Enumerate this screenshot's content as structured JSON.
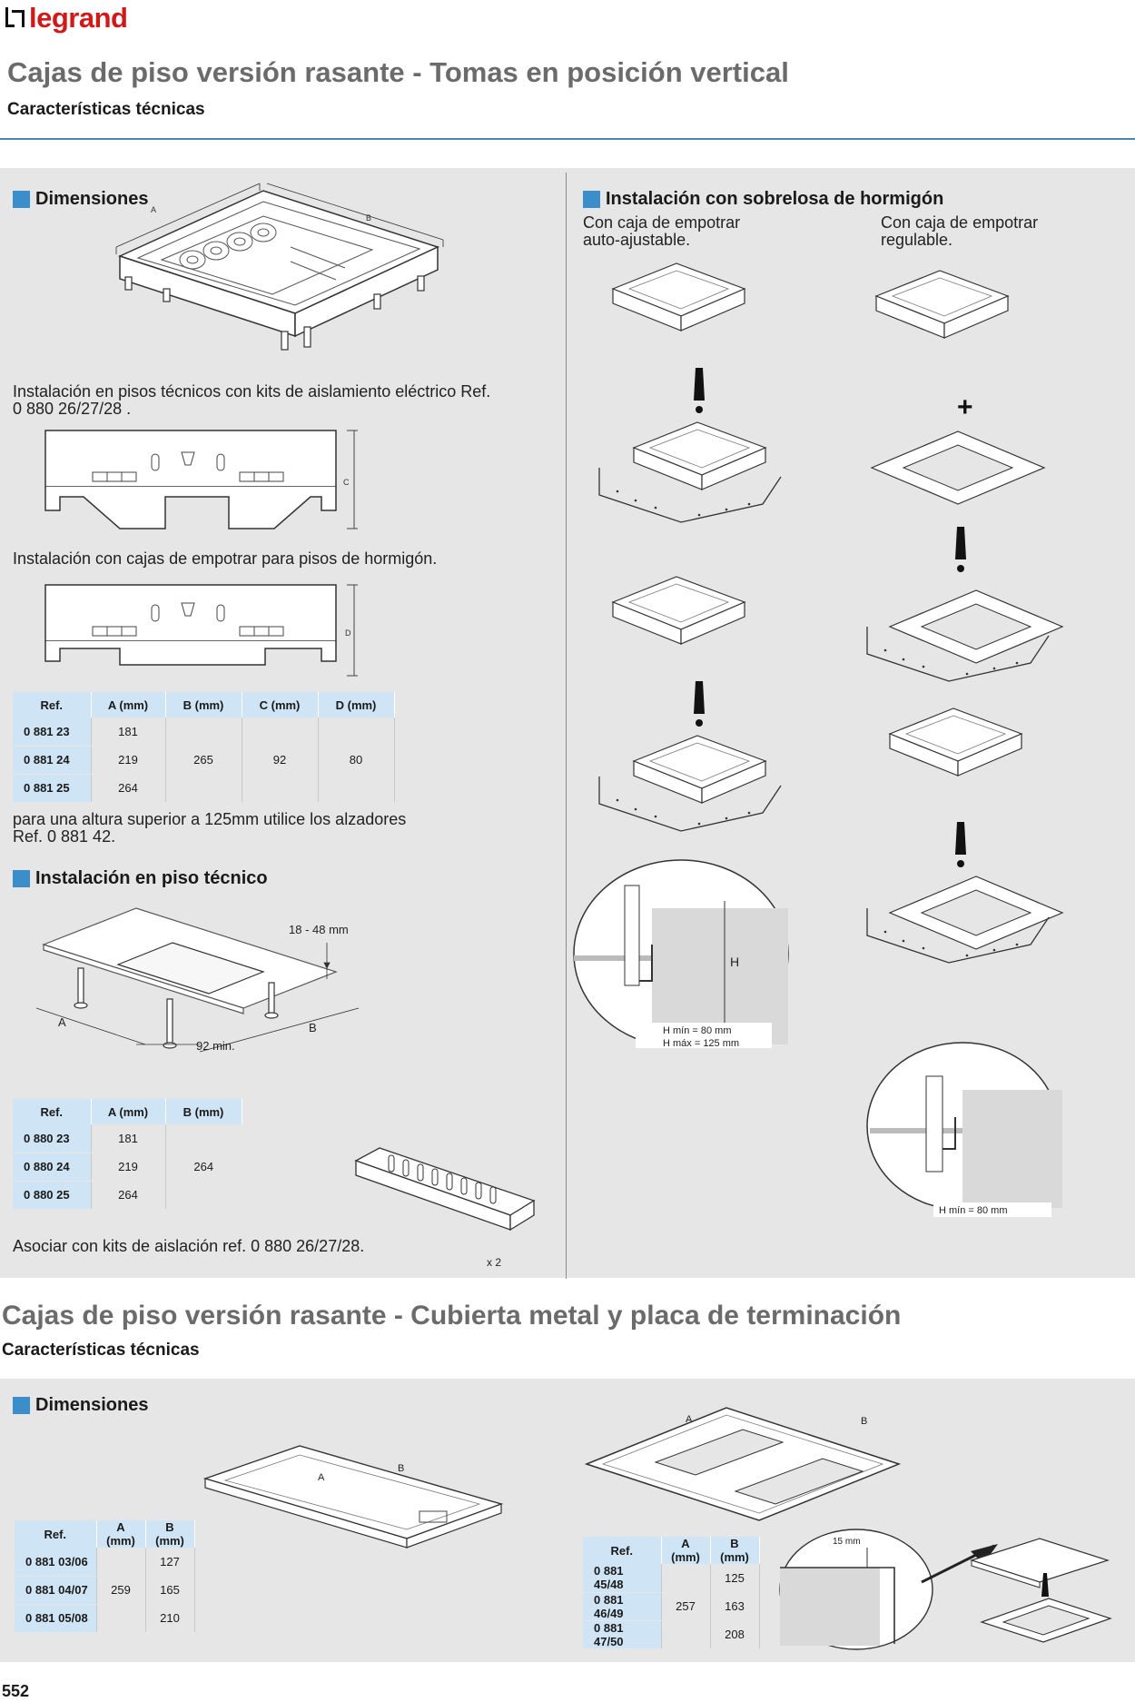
{
  "brand": {
    "name": "legrand",
    "color": "#d01a1a"
  },
  "accent": "#3b8ec9",
  "section1": {
    "title": "Cajas de piso versión rasante - Tomas en posición vertical",
    "subtitle": "Características técnicas",
    "dimensiones": {
      "heading": "Dimensiones",
      "labels": {
        "a": "A",
        "b": "B",
        "c": "C",
        "d": "D"
      },
      "text_technical_floors": "Instalación en pisos técnicos con kits de aislamiento eléctrico Ref. 0 880 26/27/28 .",
      "text_concrete_floors": "Instalación con cajas de empotrar para pisos de hormigón.",
      "table": {
        "headers": [
          "Ref.",
          "A (mm)",
          "B (mm)",
          "C (mm)",
          "D (mm)"
        ],
        "refs": [
          "0 881 23",
          "0 881 24",
          "0 881 25"
        ],
        "a_values": [
          "181",
          "219",
          "264"
        ],
        "b_value": "265",
        "c_value": "92",
        "d_value": "80"
      },
      "note": "para una altura superior a 125mm utilice los alzadores Ref. 0 881 42."
    },
    "piso_tecnico": {
      "heading": "Instalación en piso técnico",
      "dim_thickness": "18 - 48 mm",
      "dim_min": "92 min.",
      "label_a": "A",
      "label_b": "B",
      "table": {
        "headers": [
          "Ref.",
          "A (mm)",
          "B (mm)"
        ],
        "refs": [
          "0 880 23",
          "0 880 24",
          "0 880 25"
        ],
        "a_values": [
          "181",
          "219",
          "264"
        ],
        "b_value": "264"
      },
      "note": "Asociar con kits de aislación ref. 0 880 26/27/28.",
      "quantity": "x 2"
    },
    "sobrelosa": {
      "heading": "Instalación con sobrelosa de hormigón",
      "col1": "Con caja de empotrar auto-ajustable.",
      "col2": "Con caja de empotrar regulable.",
      "plus": "+",
      "detail1_h": "H",
      "detail1_hmin": "H mín = 80 mm",
      "detail1_hmax": "H máx = 125 mm",
      "detail2_hmin": "H mín = 80 mm"
    }
  },
  "section2": {
    "title": "Cajas de piso versión rasante - Cubierta metal y placa de terminación",
    "subtitle": "Características técnicas",
    "dimensiones": {
      "heading": "Dimensiones",
      "label_a": "A",
      "label_b": "B",
      "table1": {
        "headers": [
          "Ref.",
          "A (mm)",
          "B (mm)"
        ],
        "refs": [
          "0 881 03/06",
          "0 881 04/07",
          "0 881 05/08"
        ],
        "a_value": "259",
        "b_values": [
          "127",
          "165",
          "210"
        ]
      },
      "table2": {
        "headers": [
          "Ref.",
          "A (mm)",
          "B (mm)"
        ],
        "refs": [
          "0 881 45/48",
          "0 881 46/49",
          "0 881 47/50"
        ],
        "a_value": "257",
        "b_values": [
          "125",
          "163",
          "208"
        ]
      },
      "detail_dim": "15 mm"
    }
  },
  "page_number": "552"
}
